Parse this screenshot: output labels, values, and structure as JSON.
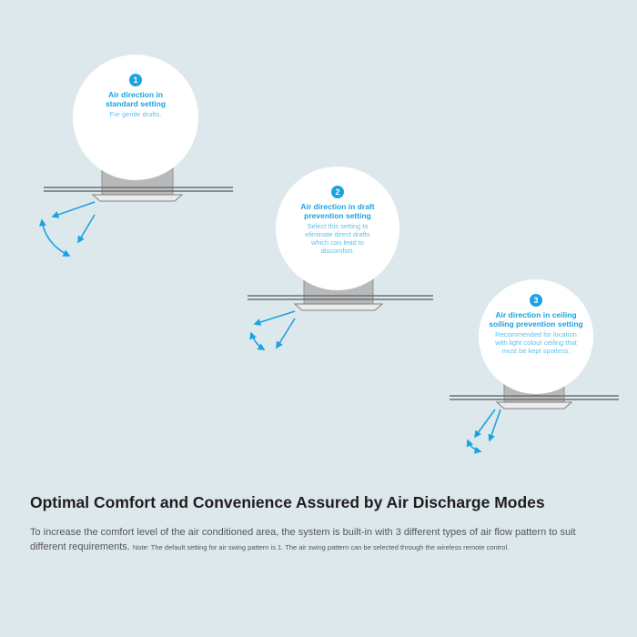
{
  "modes": [
    {
      "number": "1",
      "title_lines": [
        "Air direction in",
        "standard setting"
      ],
      "desc_lines": [
        "For gentle drafts."
      ]
    },
    {
      "number": "2",
      "title_lines": [
        "Air direction in draft",
        "prevention setting"
      ],
      "desc_lines": [
        "Select this setting to",
        "eliminate direct drafts",
        "which can lead to",
        "discomfort."
      ]
    },
    {
      "number": "3",
      "title_lines": [
        "Air direction in ceiling",
        "soiling prevention setting"
      ],
      "desc_lines": [
        "Recommended for location",
        "with light colour ceiling that",
        "must be kept spotless."
      ]
    }
  ],
  "heading": "Optimal Comfort and Convenience Assured by Air Discharge Modes",
  "body": "To increase the comfort level of the air conditioned area, the system is built-in with 3 different types of air flow pattern to suit different requirements.",
  "note": "Note: The default setting for air swing pattern is 1. The air swing pattern can be selected through the wireless remote control.",
  "colors": {
    "background": "#dde8ed",
    "accent": "#1aa3e0",
    "accent_light": "#5fc0ea",
    "unit_grey": "#b7b9bb",
    "ceiling_line": "#6d6f71"
  }
}
